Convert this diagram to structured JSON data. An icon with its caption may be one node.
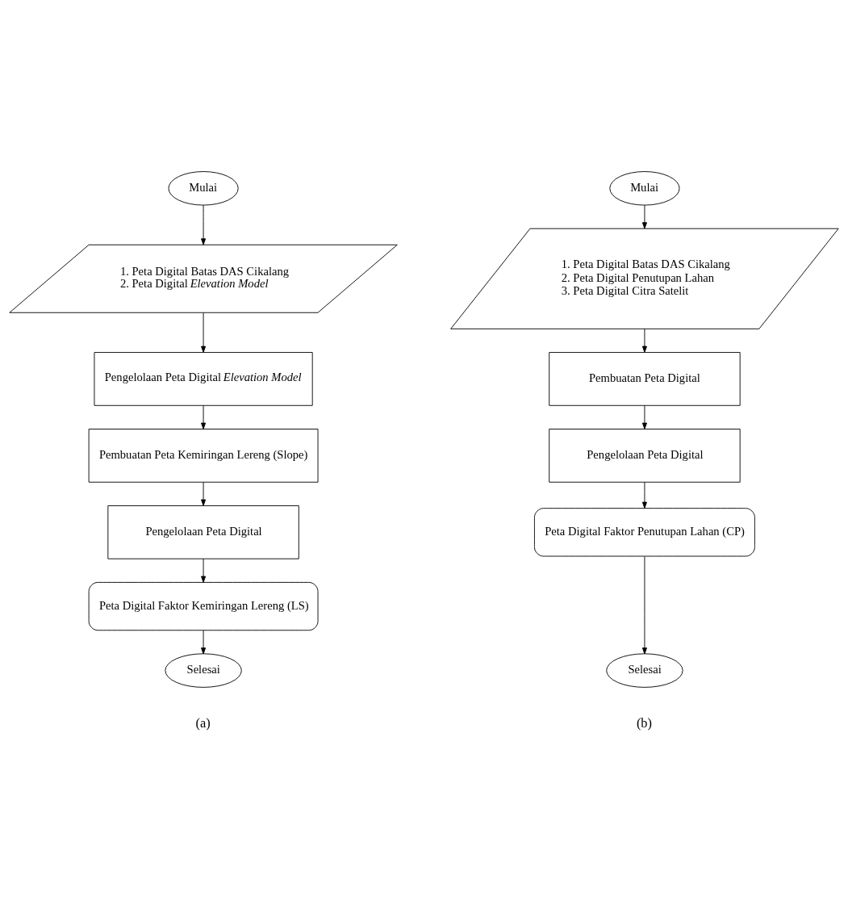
{
  "diagram": {
    "nodes": [
      {
        "text": [
          "Mulai"
        ]
      },
      {
        "text": [
          "1. Peta Digital Batas DAS Cikalang",
          "2. Peta Digital *Elevation Model*"
        ]
      },
      {
        "text": [
          "Pengelolaan Peta Digital *Elevation Model*"
        ]
      },
      {
        "text": [
          "Pembuatan Peta Kemiringan Lereng (Slope)"
        ]
      },
      {
        "text": [
          "Pengelolaan Peta Digital"
        ]
      },
      {
        "text": [
          "Peta Digital Faktor Kemiringan Lereng (LS)"
        ]
      },
      {
        "text": [
          "Selesai"
        ]
      },
      {
        "text": [
          "Mulai"
        ]
      },
      {
        "text": [
          "1. Peta Digital Batas DAS Cikalang",
          "2. Peta Digital Penutupan Lahan",
          "3. Peta Digital Citra Satelit"
        ]
      },
      {
        "text": [
          "Pembuatan Peta Digital"
        ]
      },
      {
        "text": [
          "Pengelolaan Peta Digital"
        ]
      },
      {
        "text": [
          "Peta Digital Faktor Penutupan Lahan (CP)"
        ]
      },
      {
        "text": [
          "Selesai"
        ]
      }
    ],
    "edges": [
      {
        "from": 0,
        "to": 1,
        "arrow": "to"
      },
      {
        "from": 1,
        "to": 2,
        "arrow": "to"
      },
      {
        "from": 2,
        "to": 3,
        "arrow": "to"
      },
      {
        "from": 3,
        "to": 4,
        "arrow": "to"
      },
      {
        "from": 4,
        "to": 5,
        "arrow": "to"
      },
      {
        "from": 5,
        "to": 6,
        "arrow": "to"
      },
      {
        "from": 7,
        "to": 8,
        "arrow": "to"
      },
      {
        "from": 8,
        "to": 9,
        "arrow": "to"
      },
      {
        "from": 9,
        "to": 10,
        "arrow": "to"
      },
      {
        "from": 10,
        "to": 11,
        "arrow": "to"
      },
      {
        "from": 11,
        "to": 12,
        "arrow": "to"
      }
    ],
    "labels": [
      "(a)",
      "(b)"
    ]
  }
}
